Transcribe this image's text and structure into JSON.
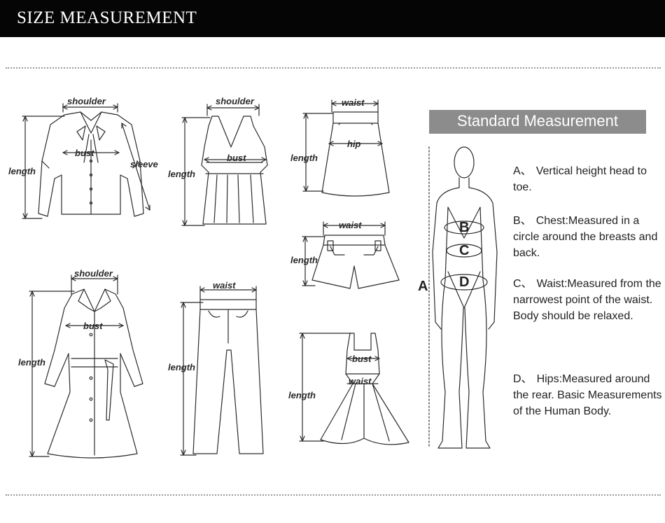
{
  "header": {
    "title": "SIZE MEASUREMENT"
  },
  "garments": {
    "shirt": {
      "shoulder": "shoulder",
      "bust": "bust",
      "sleeve": "sleeve",
      "length": "length"
    },
    "tank": {
      "shoulder": "shoulder",
      "bust": "bust",
      "length": "length"
    },
    "skirt": {
      "waist": "waist",
      "hip": "hip",
      "length": "length"
    },
    "shorts": {
      "waist": "waist",
      "length": "length"
    },
    "coat": {
      "shoulder": "shoulder",
      "bust": "bust",
      "length": "length"
    },
    "pants": {
      "waist": "waist",
      "length": "length"
    },
    "dress": {
      "bust": "bust",
      "waist": "waist",
      "length": "length"
    }
  },
  "standard": {
    "title": "Standard Measurement",
    "figure_letters": {
      "a": "A",
      "b": "B",
      "c": "C",
      "d": "D"
    },
    "items": [
      {
        "marker": "A、",
        "text": "Vertical height head to toe."
      },
      {
        "marker": "B、",
        "text": "Chest:Measured in a circle around the breasts and back."
      },
      {
        "marker": "C、",
        "text": "Waist:Measured from the narrowest point of the waist. Body should be relaxed."
      },
      {
        "marker": "D、",
        "text": "Hips:Measured around the rear. Basic Measurements of the Human Body."
      }
    ]
  }
}
